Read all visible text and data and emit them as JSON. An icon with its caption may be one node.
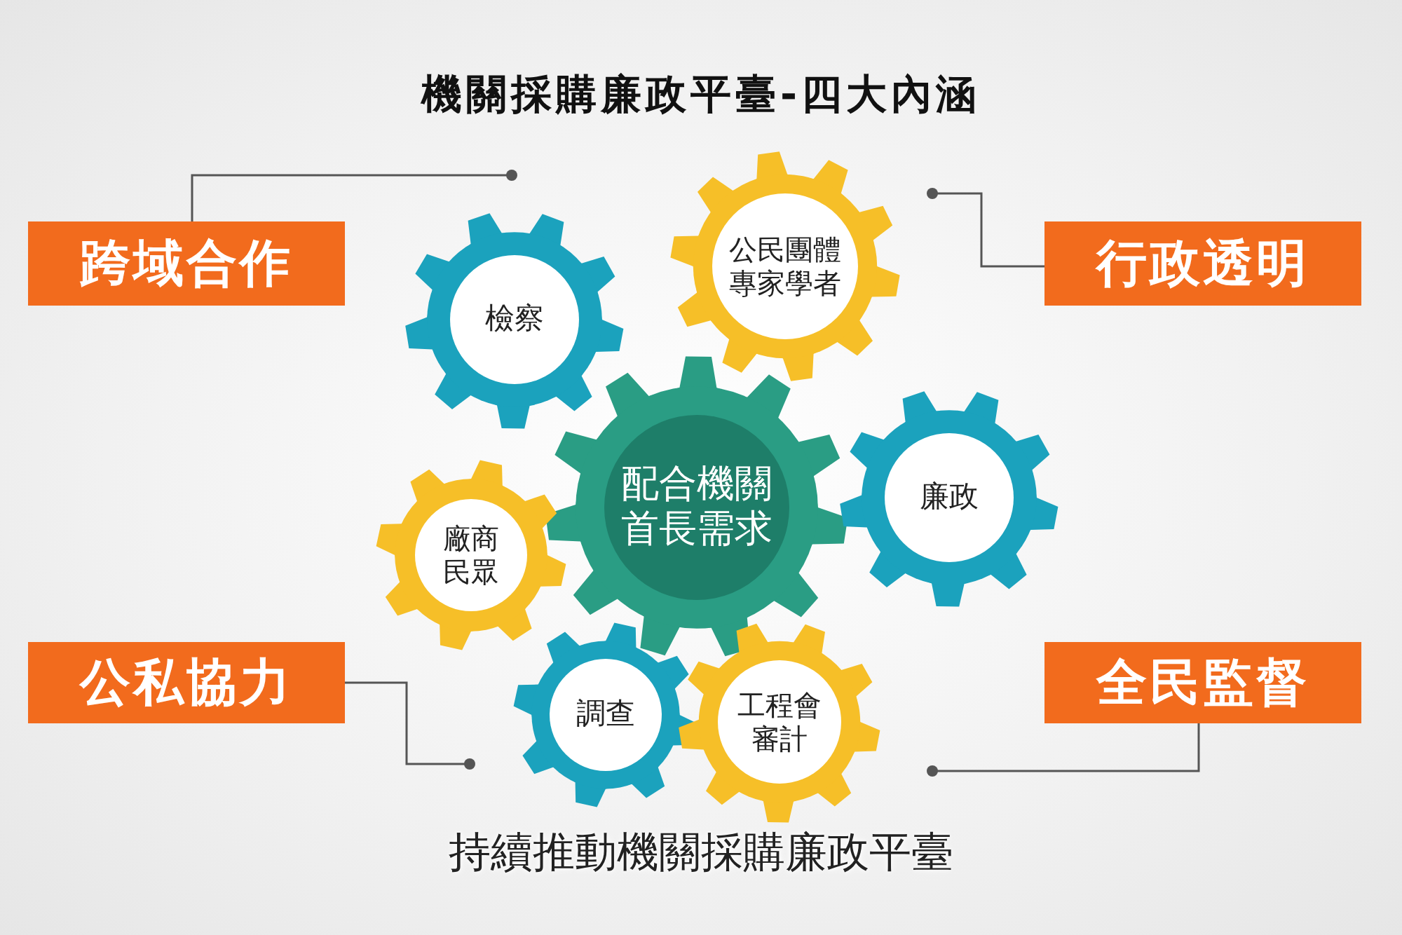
{
  "diagram": {
    "title": "機關採購廉政平臺-四大內涵",
    "caption": "持續推動機關採購廉政平臺",
    "nodes": [
      {
        "text": [
          "跨域合作"
        ]
      },
      {
        "text": [
          "行政透明"
        ]
      },
      {
        "text": [
          "公私協力"
        ]
      },
      {
        "text": [
          "全民監督"
        ]
      },
      {
        "text": [
          "檢察"
        ]
      },
      {
        "text": [
          "公民團體專家學者"
        ]
      },
      {
        "text": [
          "配合機關首長需求"
        ]
      },
      {
        "text": [
          "廉政"
        ]
      },
      {
        "text": [
          "廠商民眾"
        ]
      },
      {
        "text": [
          "調查"
        ]
      },
      {
        "text": [
          "工程會審計"
        ]
      }
    ],
    "edges": [
      {
        "from": 0,
        "to": null,
        "arrow": "other"
      },
      {
        "from": 1,
        "to": null,
        "arrow": "other"
      },
      {
        "from": 2,
        "to": null,
        "arrow": "other"
      },
      {
        "from": 3,
        "to": null,
        "arrow": "other"
      }
    ]
  }
}
